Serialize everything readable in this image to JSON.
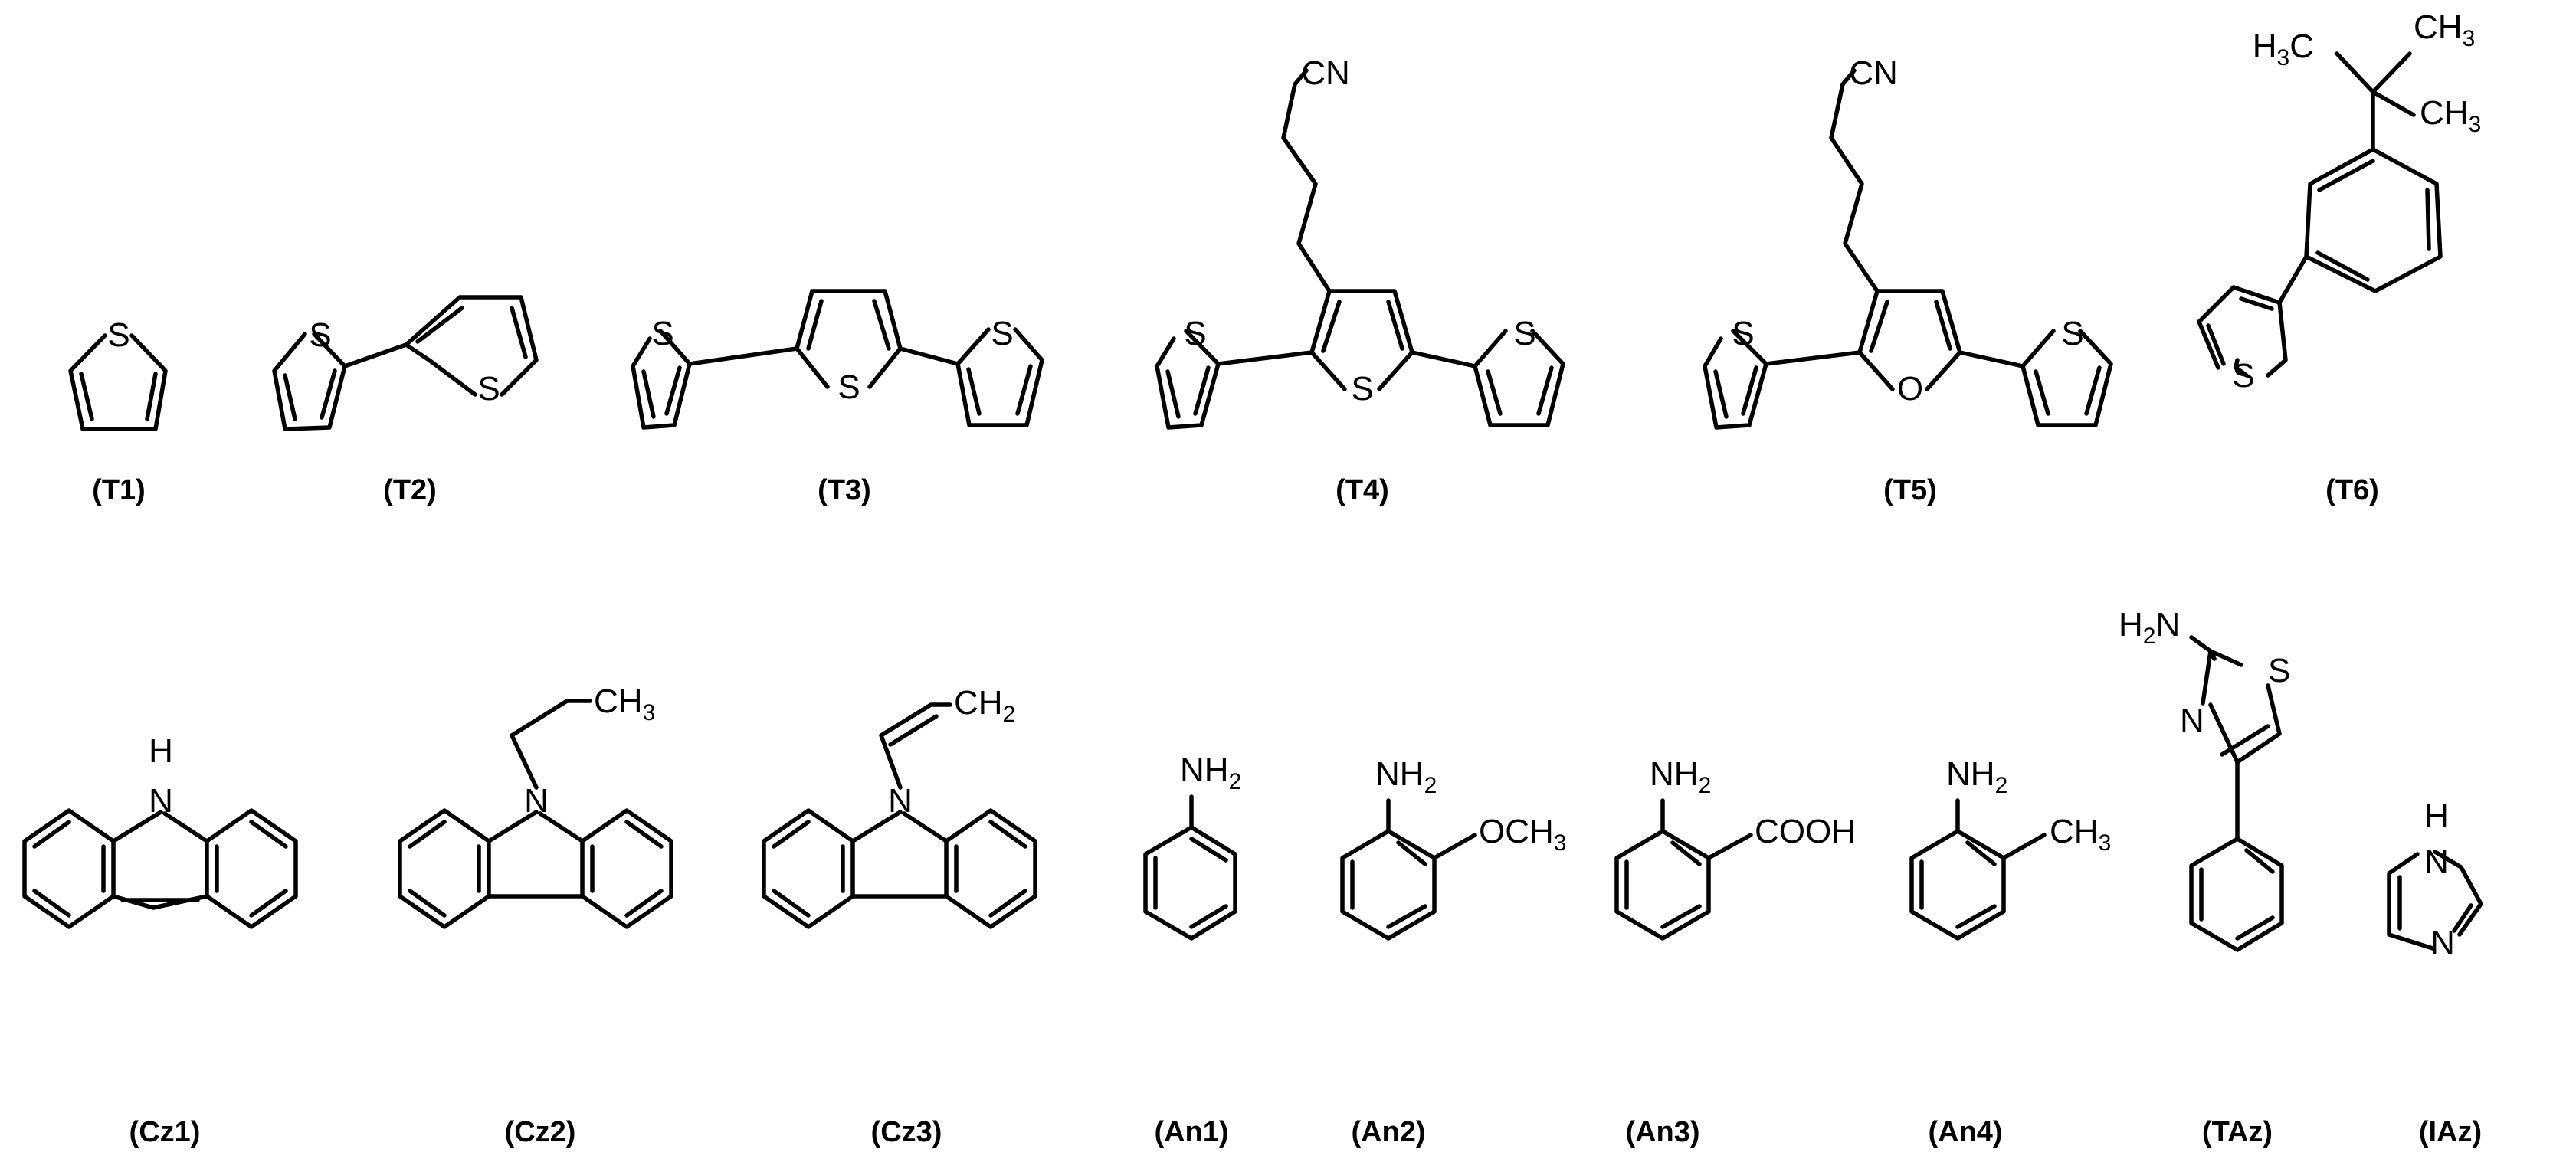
{
  "atoms": {
    "S": "S",
    "O": "O",
    "N": "N",
    "H": "H",
    "CN": "CN",
    "H3C": "H",
    "three": "3",
    "C": "C",
    "CH": "CH",
    "two": "2",
    "NH": "NH",
    "OCH": "OCH",
    "COOH": "COOH"
  },
  "captions": {
    "T1": "(T1)",
    "T2": "(T2)",
    "T3": "(T3)",
    "T4": "(T4)",
    "T5": "(T5)",
    "T6": "(T6)",
    "Cz1": "(Cz1)",
    "Cz2": "(Cz2)",
    "Cz3": "(Cz3)",
    "An1": "(An1)",
    "An2": "(An2)",
    "An3": "(An3)",
    "An4": "(An4)",
    "TAz": "(TAz)",
    "IAz": "(IAz)"
  }
}
